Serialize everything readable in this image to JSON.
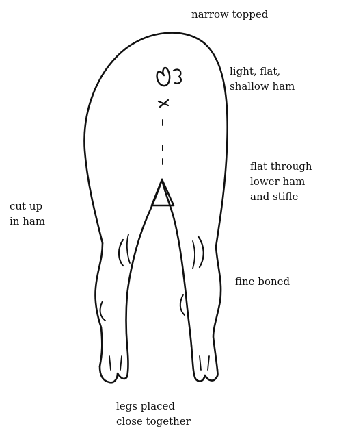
{
  "labels": {
    "narrow_topped": [
      "narrow topped"
    ],
    "ham": [
      "light, flat,",
      "shallow ham"
    ],
    "lower_ham": [
      "flat through",
      "lower ham",
      "and stifle"
    ],
    "cut_up": [
      "cut up",
      "in ham"
    ],
    "fine_boned": [
      "fine boned"
    ],
    "legs": [
      "legs placed",
      "close together"
    ]
  },
  "colors": {
    "ink": "#111111",
    "background": "#ffffff"
  }
}
